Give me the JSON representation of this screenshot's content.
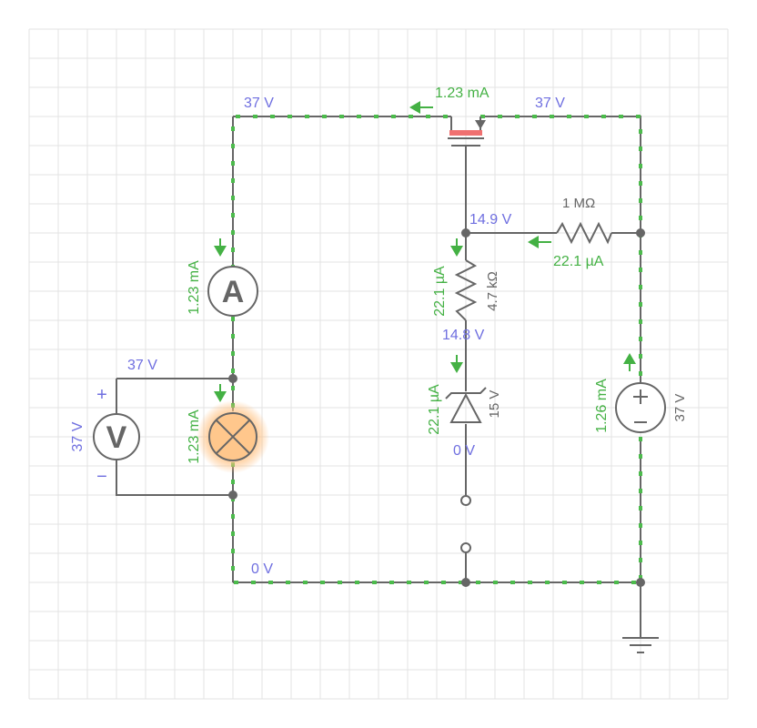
{
  "labels": {
    "top_left_v": "37 V",
    "top_right_v": "37 V",
    "mosfet_current": "1.23 mA",
    "node_mid_v": "14.9 V",
    "res_1m_name": "1 MΩ",
    "res_1m_current": "22.1 µA",
    "res_4k7_name": "4.7 kΩ",
    "res_4k7_current": "22.1 µA",
    "node_below_res_v": "14.8 V",
    "zener_current": "22.1 µA",
    "zener_name": "15 V",
    "node_zener_bottom_v": "0 V",
    "ammeter_current": "1.23 mA",
    "ammeter_letter": "A",
    "voltmeter_top_v": "37 V",
    "voltmeter_reading": "37 V",
    "voltmeter_letter": "V",
    "voltmeter_plus": "+",
    "voltmeter_minus": "−",
    "lamp_current": "1.23 mA",
    "bottom_v": "0 V",
    "source_current": "1.26 mA",
    "source_name": "37 V"
  },
  "colors": {
    "grid": "#e3e3e3",
    "wire": "#666666",
    "voltage": "#6f6fe0",
    "current": "#44b144",
    "lamp_glow": "#ffb56b",
    "mosfet_channel": "#f07070"
  },
  "icons": [
    "ammeter-icon",
    "voltmeter-icon",
    "lamp-icon",
    "voltage-source-icon",
    "ground-icon",
    "zener-diode-icon",
    "resistor-icon",
    "mosfet-icon",
    "switch-icon"
  ]
}
